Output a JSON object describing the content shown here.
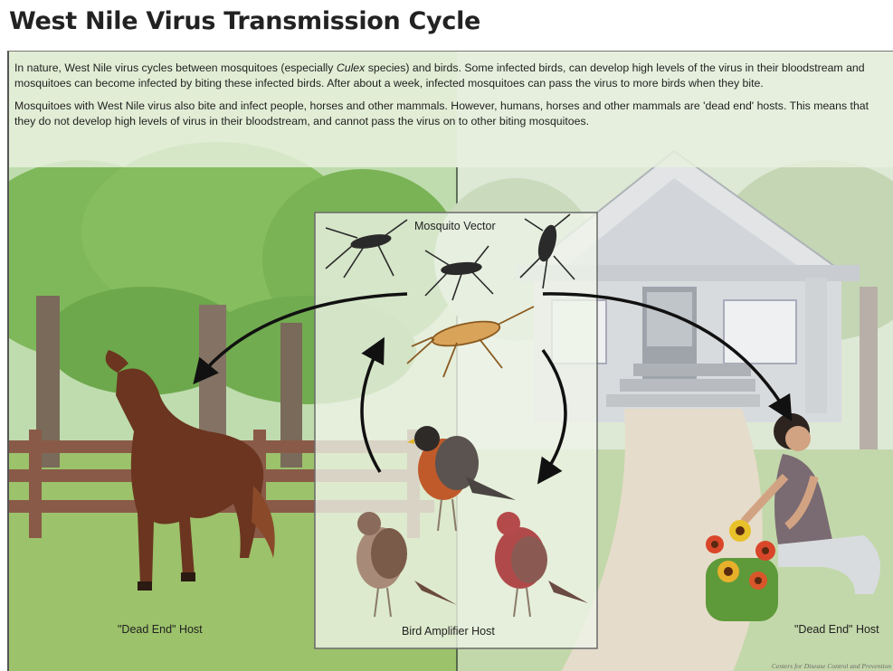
{
  "title": "West Nile Virus Transmission Cycle",
  "intro": {
    "p1_before": "In nature, West Nile virus cycles between mosquitoes (especially ",
    "p1_italic": "Culex",
    "p1_after": " species) and birds.  Some infected birds, can develop high levels of the virus in their bloodstream and mosquitoes can become infected by biting these infected birds. After about a week, infected mosquitoes can pass the virus to more birds when they bite.",
    "p2": "Mosquitoes with West Nile virus also bite and infect people, horses and other mammals. However, humans, horses and other mammals are 'dead end' hosts.  This means that they do not develop high levels of virus in their bloodstream, and cannot pass the virus on to other biting mosquitoes."
  },
  "labels": {
    "vector": "Mosquito Vector",
    "amplifier": "Bird Amplifier Host",
    "dead_end_horse": "\"Dead End\" Host",
    "dead_end_human": "\"Dead End\" Host"
  },
  "credit": "Centers for Disease Control and Prevention"
}
